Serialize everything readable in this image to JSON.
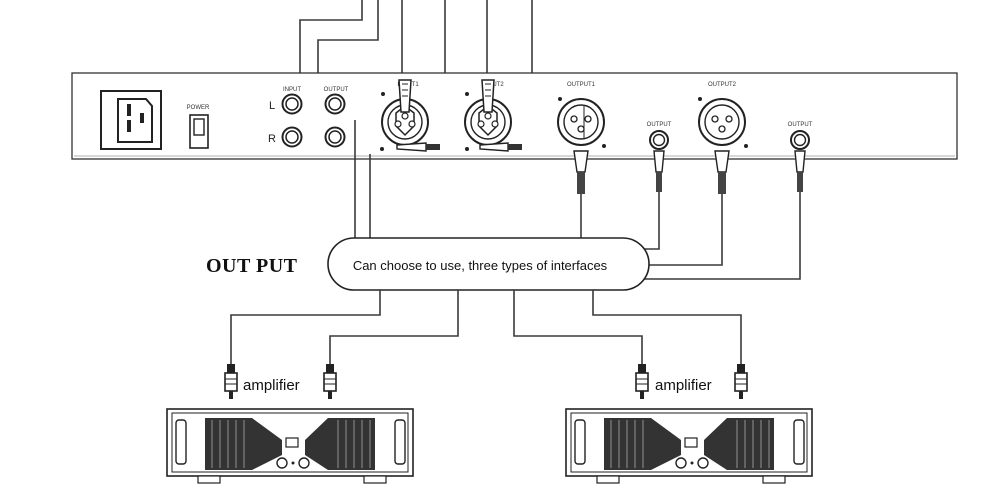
{
  "panel": {
    "power_label": "POWER",
    "input_label": "INPUT",
    "output_label": "OUTPUT",
    "channel_left": "L",
    "channel_right": "R",
    "input1_label": "INPUT1",
    "input2_label": "INPUT2",
    "output1_label": "OUTPUT1",
    "output2_label": "OUTPUT2",
    "output_jack1_label": "OUTPUT",
    "output_jack2_label": "OUTPUT"
  },
  "heading": "OUT PUT",
  "callout": "Can choose to use, three types of interfaces",
  "amplifiers": [
    {
      "label": "amplifier"
    },
    {
      "label": "amplifier"
    }
  ]
}
